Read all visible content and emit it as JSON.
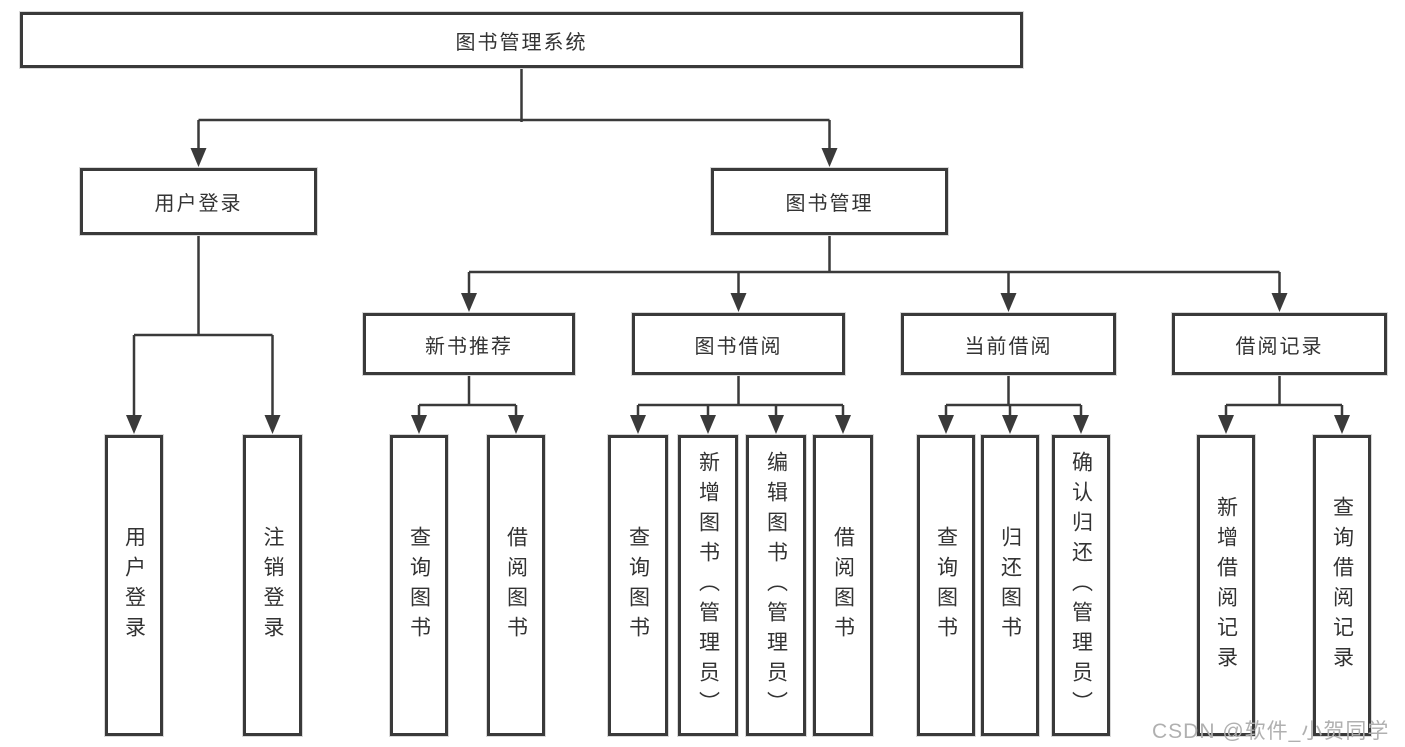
{
  "diagram": {
    "root": {
      "label": "图书管理系统"
    },
    "branches": [
      {
        "label": "用户登录",
        "leaves": [
          {
            "label": "用户登录"
          },
          {
            "label": "注销登录"
          }
        ]
      },
      {
        "label": "图书管理",
        "groups": [
          {
            "label": "新书推荐",
            "leaves": [
              {
                "label": "查询图书"
              },
              {
                "label": "借阅图书"
              }
            ]
          },
          {
            "label": "图书借阅",
            "leaves": [
              {
                "label": "查询图书"
              },
              {
                "label": "新增图书（管理员）"
              },
              {
                "label": "编辑图书（管理员）"
              },
              {
                "label": "借阅图书"
              }
            ]
          },
          {
            "label": "当前借阅",
            "leaves": [
              {
                "label": "查询图书"
              },
              {
                "label": "归还图书"
              },
              {
                "label": "确认归还（管理员）"
              }
            ]
          },
          {
            "label": "借阅记录",
            "leaves": [
              {
                "label": "新增借阅记录"
              },
              {
                "label": "查询借阅记录"
              }
            ]
          }
        ]
      }
    ]
  },
  "watermark": {
    "text": "CSDN @软件_小贺同学"
  },
  "colors": {
    "line": "#3a3a3a",
    "box_border": "#3a3a3a",
    "text": "#333333",
    "background": "#ffffff",
    "watermark": "#b0b0b0"
  }
}
